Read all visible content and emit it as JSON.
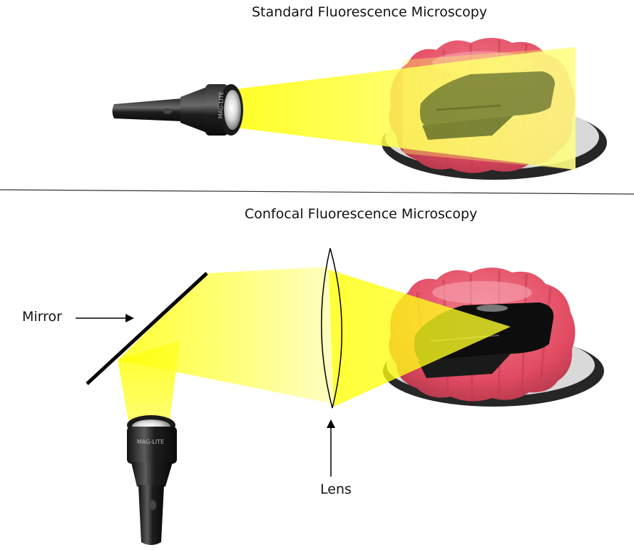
{
  "top_panel": {
    "title": "Standard Fluorescence Microscopy"
  },
  "bottom_panel": {
    "title": "Confocal Fluorescence Microscopy",
    "mirror_label": "Mirror",
    "lens_label": "Lens"
  },
  "flashlight_brand": "MAG-LITE",
  "colors": {
    "light_beam": "#ffff00",
    "gelatin": "#e8566c",
    "plate": "#3a3a3a",
    "object": "#111111",
    "divider": "#333333"
  },
  "icons": [
    "flashlight-icon",
    "mirror-icon",
    "lens-icon",
    "gelatin-mold-icon",
    "stapler-icon",
    "arrow-icon"
  ]
}
